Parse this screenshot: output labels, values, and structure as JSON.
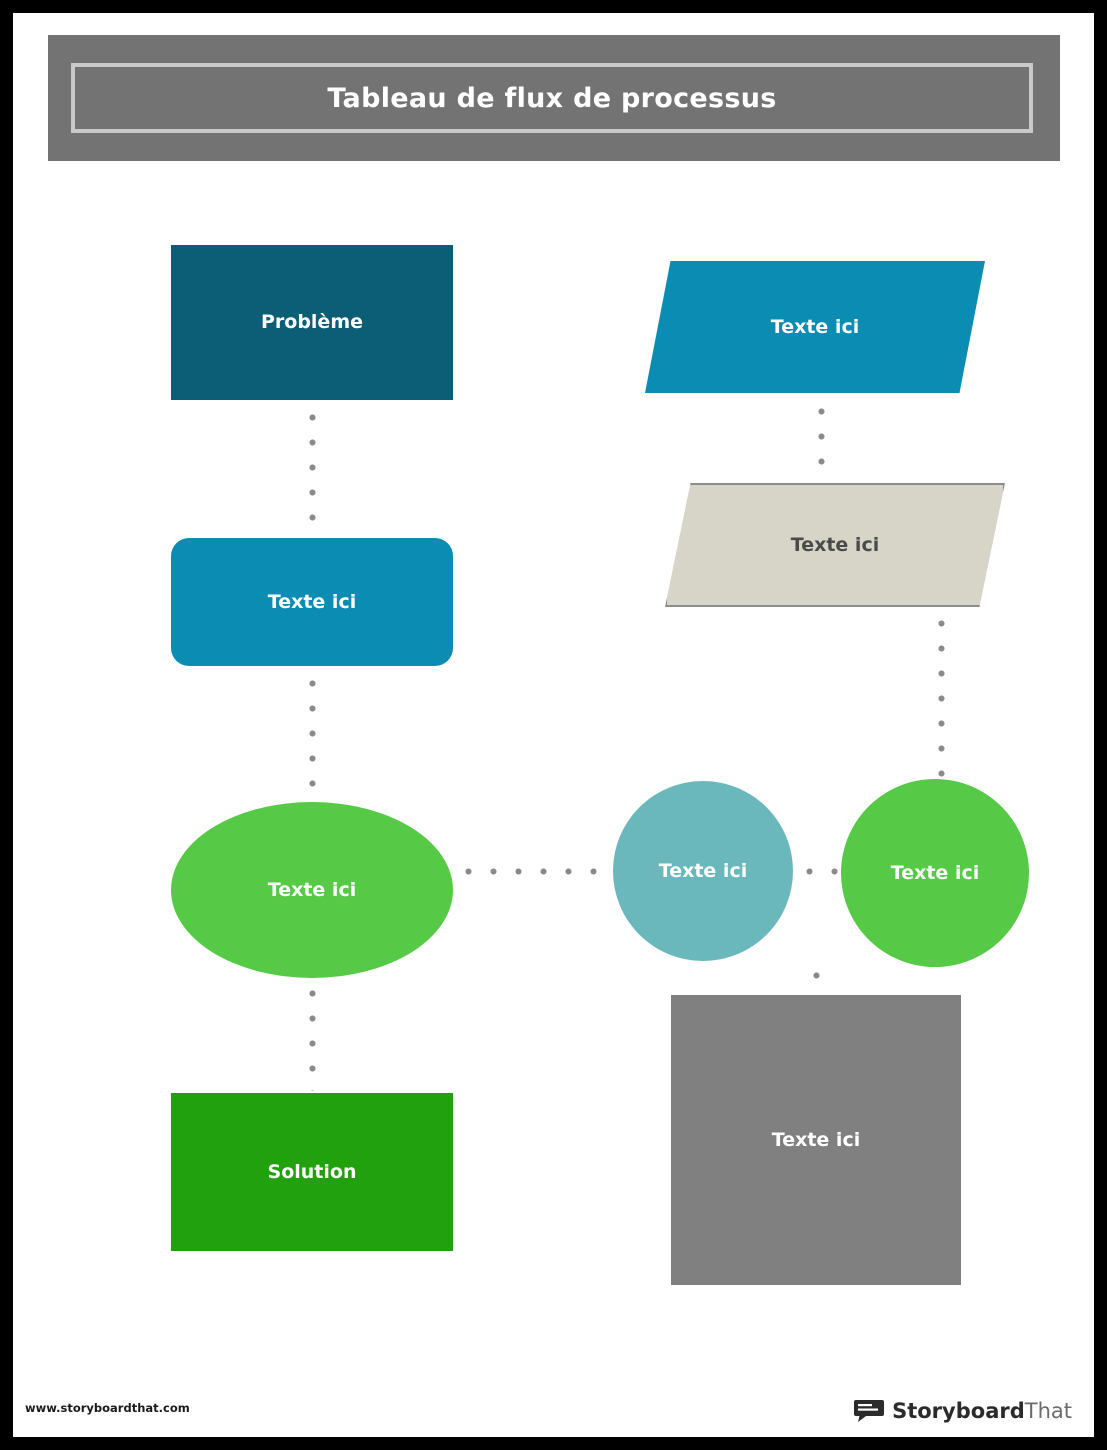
{
  "title": {
    "text": "Tableau de flux de processus"
  },
  "shapes": [
    {
      "id": "probleme",
      "label": "Problème",
      "type": "rectangle",
      "color": "#0b5e75"
    },
    {
      "id": "rounded",
      "label": "Texte ici",
      "type": "rounded-rect",
      "color": "#0b8db3"
    },
    {
      "id": "ellipse-left",
      "label": "Texte ici",
      "type": "ellipse",
      "color": "#56ca46"
    },
    {
      "id": "solution",
      "label": "Solution",
      "type": "rectangle",
      "color": "#21a10d"
    },
    {
      "id": "para-teal",
      "label": "Texte ici",
      "type": "parallelogram",
      "color": "#0b8db3"
    },
    {
      "id": "para-grey",
      "label": "Texte ici",
      "type": "parallelogram",
      "color": "#d7d5c8"
    },
    {
      "id": "circle-teal",
      "label": "Texte ici",
      "type": "circle",
      "color": "#6bb8bc"
    },
    {
      "id": "circle-green",
      "label": "Texte ici",
      "type": "circle",
      "color": "#56ca46"
    },
    {
      "id": "bigrect",
      "label": "Texte ici",
      "type": "rectangle",
      "color": "#808080"
    }
  ],
  "footer": {
    "url": "www.storyboardthat.com",
    "brand_part1": "Storyboard",
    "brand_part2": "That"
  }
}
